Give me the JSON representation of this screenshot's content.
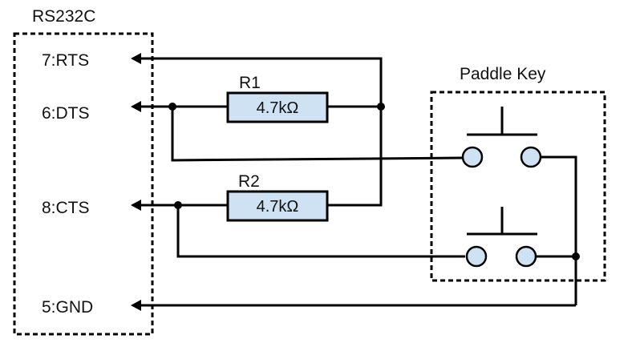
{
  "connector": {
    "title": "RS232C",
    "pins": {
      "rts": "7:RTS",
      "dts": "6:DTS",
      "cts": "8:CTS",
      "gnd": "5:GND"
    }
  },
  "paddle": {
    "title": "Paddle Key"
  },
  "resistors": [
    {
      "name": "R1",
      "value": "4.7kΩ"
    },
    {
      "name": "R2",
      "value": "4.7kΩ"
    }
  ],
  "colors": {
    "component_fill": "#cfe2f3",
    "line": "#000000"
  }
}
